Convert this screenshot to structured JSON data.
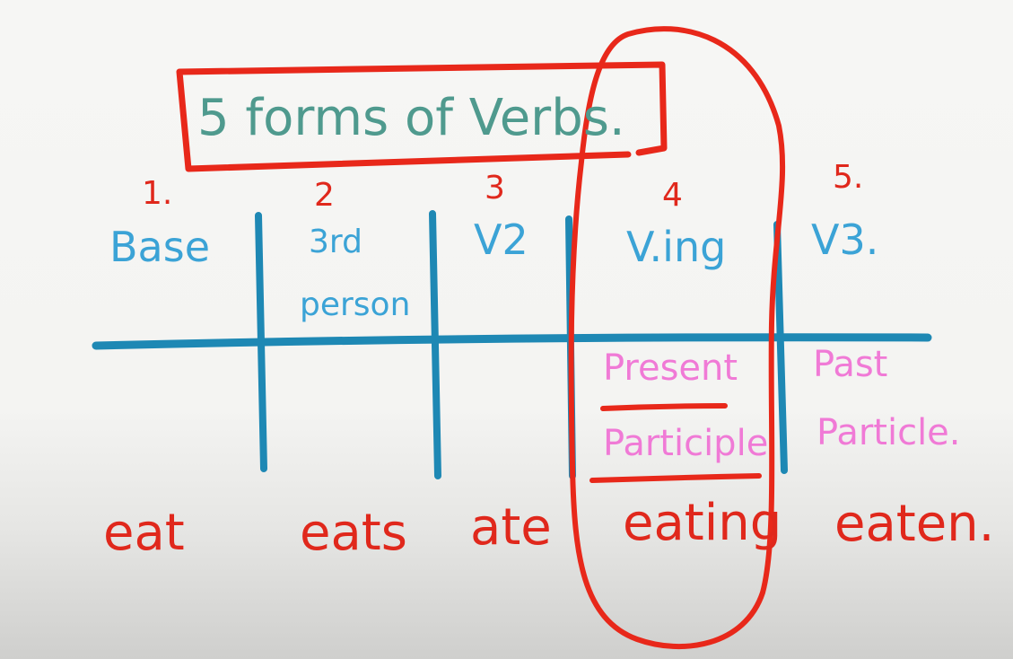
{
  "title": "5 forms of Verbs.",
  "columns": [
    {
      "number": "1.",
      "heading": "Base",
      "example": "eat"
    },
    {
      "number": "2",
      "heading_line1": "3rd",
      "heading_line2": "person",
      "example": "eats"
    },
    {
      "number": "3",
      "heading": "V2",
      "example": "ate"
    },
    {
      "number": "4",
      "heading": "V.ing",
      "label_line1": "Present",
      "label_line2": "Participle",
      "example": "eating"
    },
    {
      "number": "5.",
      "heading": "V3.",
      "label_line1": "Past",
      "label_line2": "Particle.",
      "example": "eaten."
    }
  ],
  "colors": {
    "ink_red": "#e0281c",
    "ink_blue": "#3ba3d6",
    "ink_teal": "#4f9a8e",
    "ink_pink": "#f07ad6",
    "table_lines": "#1e88b4"
  }
}
